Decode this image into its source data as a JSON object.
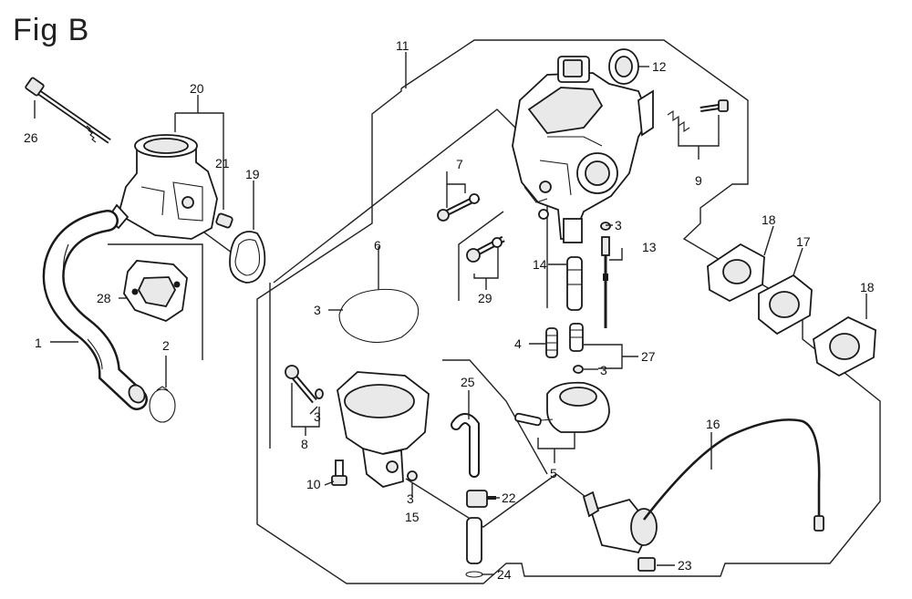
{
  "figure": {
    "title": "Fig B"
  },
  "callouts": [
    {
      "id": "c1",
      "text": "1"
    },
    {
      "id": "c2",
      "text": "2"
    },
    {
      "id": "c3a",
      "text": "3"
    },
    {
      "id": "c3b",
      "text": "3"
    },
    {
      "id": "c3c",
      "text": "3"
    },
    {
      "id": "c3d",
      "text": "3"
    },
    {
      "id": "c3e",
      "text": "3"
    },
    {
      "id": "c4",
      "text": "4"
    },
    {
      "id": "c5",
      "text": "5"
    },
    {
      "id": "c6",
      "text": "6"
    },
    {
      "id": "c7",
      "text": "7"
    },
    {
      "id": "c8",
      "text": "8"
    },
    {
      "id": "c9",
      "text": "9"
    },
    {
      "id": "c10",
      "text": "10"
    },
    {
      "id": "c11",
      "text": "11"
    },
    {
      "id": "c12",
      "text": "12"
    },
    {
      "id": "c13",
      "text": "13"
    },
    {
      "id": "c14",
      "text": "14"
    },
    {
      "id": "c15",
      "text": "15"
    },
    {
      "id": "c16",
      "text": "16"
    },
    {
      "id": "c17",
      "text": "17"
    },
    {
      "id": "c18a",
      "text": "18"
    },
    {
      "id": "c18b",
      "text": "18"
    },
    {
      "id": "c19",
      "text": "19"
    },
    {
      "id": "c20",
      "text": "20"
    },
    {
      "id": "c21",
      "text": "21"
    },
    {
      "id": "c22",
      "text": "22"
    },
    {
      "id": "c23",
      "text": "23"
    },
    {
      "id": "c24",
      "text": "24"
    },
    {
      "id": "c25",
      "text": "25"
    },
    {
      "id": "c26",
      "text": "26"
    },
    {
      "id": "c27",
      "text": "27"
    },
    {
      "id": "c28",
      "text": "28"
    },
    {
      "id": "c29",
      "text": "29"
    }
  ]
}
